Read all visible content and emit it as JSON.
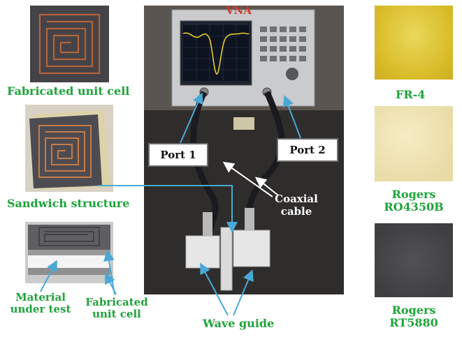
{
  "labels": {
    "vna": "VNA",
    "fabricated_unit_cell": "Fabricated unit cell",
    "sandwich_structure": "Sandwich structure",
    "material_under_test_line1": "Material",
    "material_under_test_line2": "under test",
    "fabricated_unit_cell_small_line1": "Fabricated",
    "fabricated_unit_cell_small_line2": "unit cell",
    "port1": "Port 1",
    "port2": "Port 2",
    "coaxial_line1": "Coaxial",
    "coaxial_line2": "cable",
    "wave_guide": "Wave guide",
    "fr4": "FR-4",
    "rogers_ro_line1": "Rogers",
    "rogers_ro_line2": "RO4350B",
    "rogers_rt_line1": "Rogers",
    "rogers_rt_line2": "RT5880"
  },
  "colors": {
    "label_green": "#1ea33a",
    "arrow_blue": "#4aa9d8",
    "fr4": "#e3cc3a",
    "ro4350b": "#efe3b4",
    "rt5880": "#4b4b4e"
  }
}
